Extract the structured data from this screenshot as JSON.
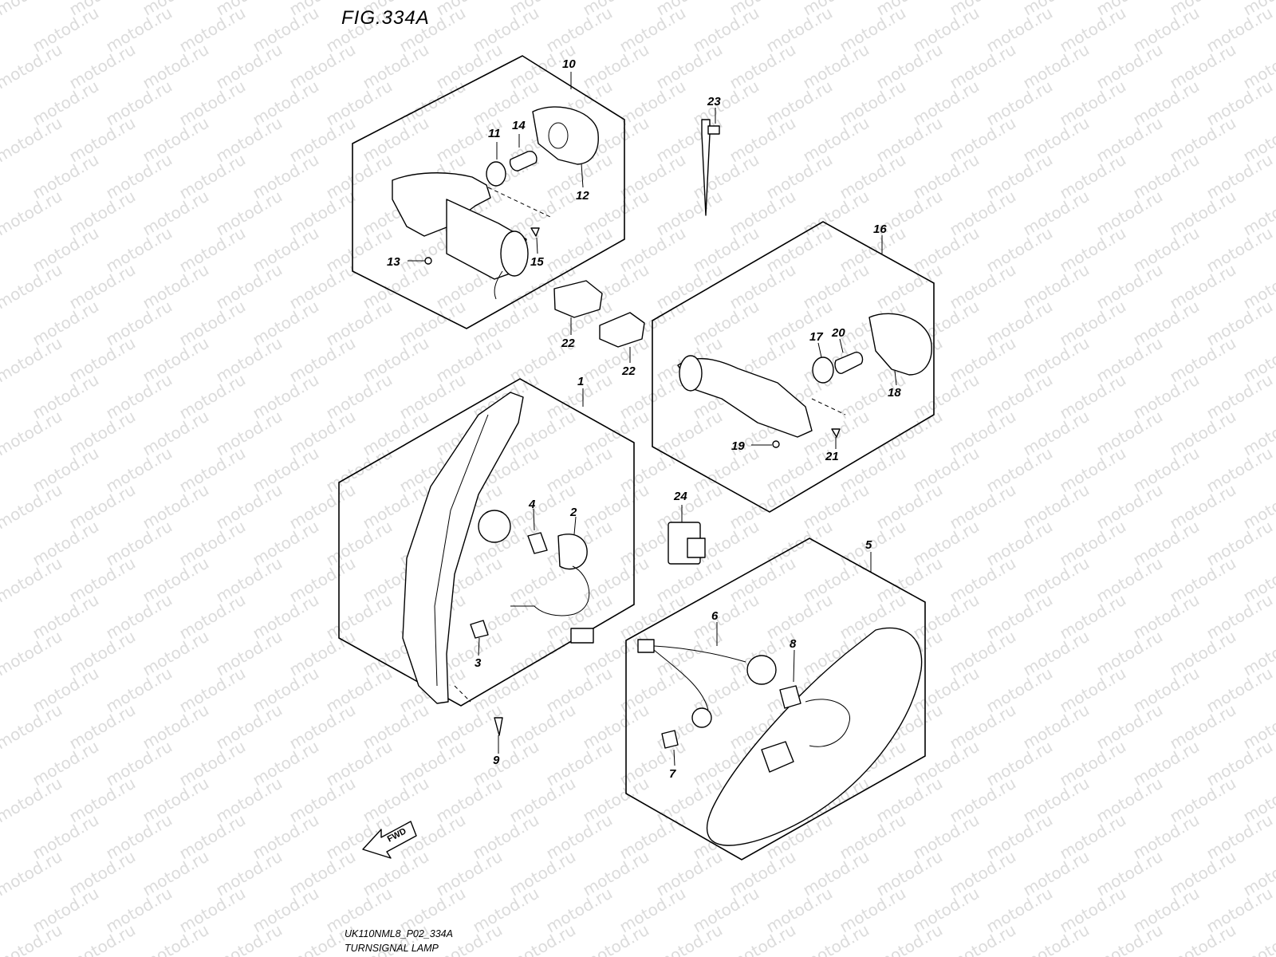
{
  "figure": {
    "title": "FIG.334A",
    "code": "UK110NML8_P02_334A",
    "name": "TURNSIGNAL LAMP",
    "watermark": "motod.ru",
    "direction_label": "FWD"
  },
  "callouts": {
    "c1": "1",
    "c2": "2",
    "c3": "3",
    "c4": "4",
    "c5": "5",
    "c6": "6",
    "c7": "7",
    "c8": "8",
    "c9": "9",
    "c10": "10",
    "c11": "11",
    "c12": "12",
    "c13": "13",
    "c14": "14",
    "c15": "15",
    "c16": "16",
    "c17": "17",
    "c18": "18",
    "c19": "19",
    "c20": "20",
    "c21": "21",
    "c22a": "22",
    "c22b": "22",
    "c23": "23",
    "c24": "24"
  }
}
